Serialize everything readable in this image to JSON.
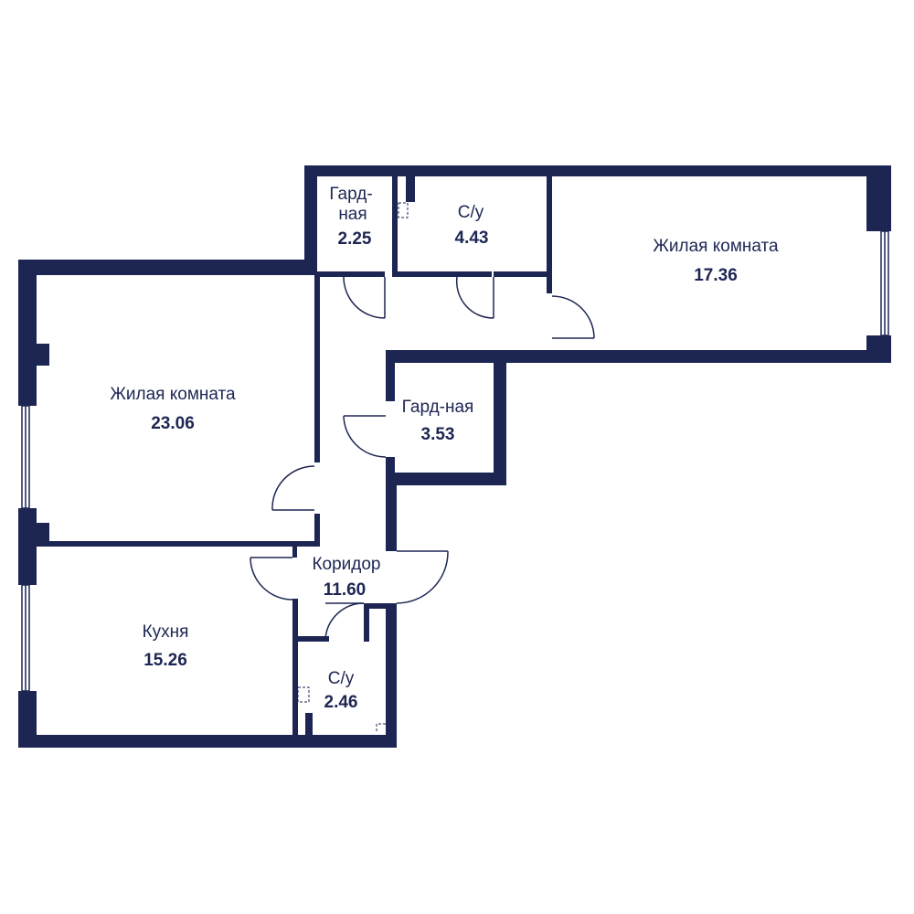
{
  "colors": {
    "wall": "#1d2653",
    "background": "#ffffff",
    "thin_line": "#1d2653"
  },
  "rooms": {
    "wardrobe_small": {
      "name_line1": "Гард-",
      "name_line2": "ная",
      "area": "2.25"
    },
    "bathroom_top": {
      "name": "С/у",
      "area": "4.43"
    },
    "living_right": {
      "name": "Жилая комната",
      "area": "17.36"
    },
    "living_left": {
      "name": "Жилая комната",
      "area": "23.06"
    },
    "wardrobe_center": {
      "name": "Гард-ная",
      "area": "3.53"
    },
    "corridor": {
      "name": "Коридор",
      "area": "11.60"
    },
    "kitchen": {
      "name": "Кухня",
      "area": "15.26"
    },
    "bathroom_bottom": {
      "name": "С/у",
      "area": "2.46"
    }
  }
}
